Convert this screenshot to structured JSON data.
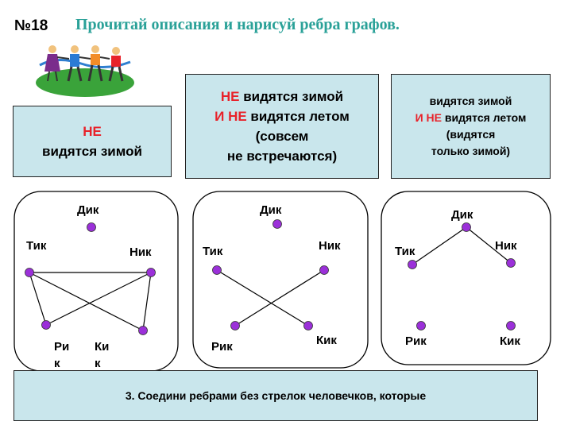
{
  "task_number": "№18",
  "title": "Прочитай описания и нарисуй ребра графов.",
  "illustration": {
    "name": "children-holding-hands-icon"
  },
  "boxes": [
    {
      "line1_red": "НЕ",
      "line2": "видятся зимой"
    },
    {
      "line1_red": "НЕ",
      "line1_black": " видятся зимой",
      "line2_red": "И НЕ",
      "line2_black": " видятся летом",
      "line3": "(совсем",
      "line4": "не встречаются)"
    },
    {
      "line1": "видятся зимой",
      "line2_red": "И НЕ",
      "line2_black": " видятся летом",
      "line3": "(видятся",
      "line4": "только зимой)"
    }
  ],
  "graph1": {
    "labels": {
      "dik": "Дик",
      "tik": "Тик",
      "nik": "Ник",
      "rik_a": "Ри",
      "rik_b": "к",
      "kik_a": "Ки",
      "kik_b": "к"
    }
  },
  "graph2": {
    "labels": {
      "dik": "Дик",
      "tik": "Тик",
      "nik": "Ник",
      "rik": "Рик",
      "kik": "Кик"
    }
  },
  "graph3": {
    "labels": {
      "dik": "Дик",
      "tik": "Тик",
      "nik": "Ник",
      "rik": "Рик",
      "kik": "Кик"
    }
  },
  "instruction": "3. Соедини ребрами без стрелок человечков, которые",
  "colors": {
    "title": "#2aa198",
    "box_fill": "#c9e6ec",
    "accent_red": "#e8222a",
    "node_fill": "#9b30d9"
  }
}
